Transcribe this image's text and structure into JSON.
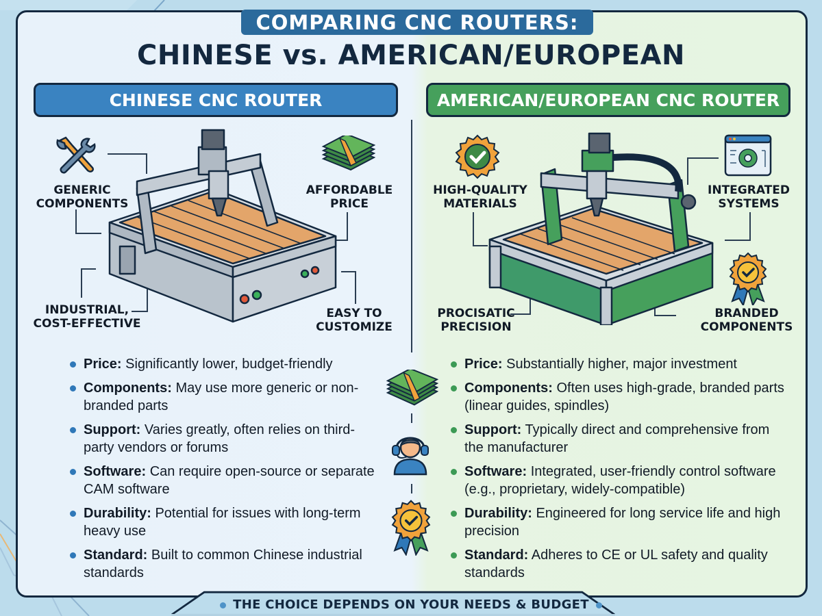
{
  "header": {
    "subtitle": "COMPARING CNC ROUTERS:",
    "title": "CHINESE vs. AMERICAN/EUROPEAN"
  },
  "colors": {
    "chinese_accent": "#3a83c1",
    "western_accent": "#46a05c",
    "title_pill": "#2b6a9c",
    "outline": "#13283f"
  },
  "left": {
    "heading": "CHINESE CNC ROUTER",
    "callouts": {
      "generic": "GENERIC COMPONENTS",
      "affordable": "AFFORDABLE PRICE",
      "industrial": "INDUSTRIAL, COST-EFFECTIVE",
      "customize": "EASY TO CUSTOMIZE"
    },
    "icons": {
      "generic": "wrench-icon",
      "affordable": "money-stack-icon"
    },
    "items": [
      {
        "label": "Price:",
        "text": "Significantly lower, budget-friendly"
      },
      {
        "label": "Components:",
        "text": "May use more generic or non-branded parts"
      },
      {
        "label": "Support:",
        "text": "Varies greatly, often relies on third-party vendors or forums"
      },
      {
        "label": "Software:",
        "text": "Can require open-source or separate CAM software"
      },
      {
        "label": "Durability:",
        "text": "Potential for issues with long-term heavy use"
      },
      {
        "label": "Standard:",
        "text": "Built to common Chinese industrial standards"
      }
    ]
  },
  "right": {
    "heading": "AMERICAN/EUROPEAN CNC ROUTER",
    "callouts": {
      "materials": "HIGH-QUALITY MATERIALS",
      "integrated": "INTEGRATED SYSTEMS",
      "precision": "PROCISATIC PRECISION",
      "branded": "BRANDED COMPONENTS"
    },
    "icons": {
      "materials": "quality-badge-icon",
      "integrated": "software-window-gear-icon",
      "branded": "award-ribbon-icon"
    },
    "items": [
      {
        "label": "Price:",
        "text": "Substantially higher, major investment"
      },
      {
        "label": "Components:",
        "text": "Often uses high-grade, branded parts (linear guides, spindles)"
      },
      {
        "label": "Support:",
        "text": "Typically direct and comprehensive from the manufacturer"
      },
      {
        "label": "Software:",
        "text": "Integrated, user-friendly control software (e.g., proprietary, widely-compatible)"
      },
      {
        "label": "Durability:",
        "text": "Engineered for long service life and high precision"
      },
      {
        "label": "Standard:",
        "text": "Adheres to CE or UL safety and quality standards"
      }
    ]
  },
  "center_icons": [
    "money-stack-icon",
    "support-agent-icon",
    "award-ribbon-icon"
  ],
  "footer": {
    "text": "THE CHOICE DEPENDS ON YOUR NEEDS & BUDGET"
  }
}
